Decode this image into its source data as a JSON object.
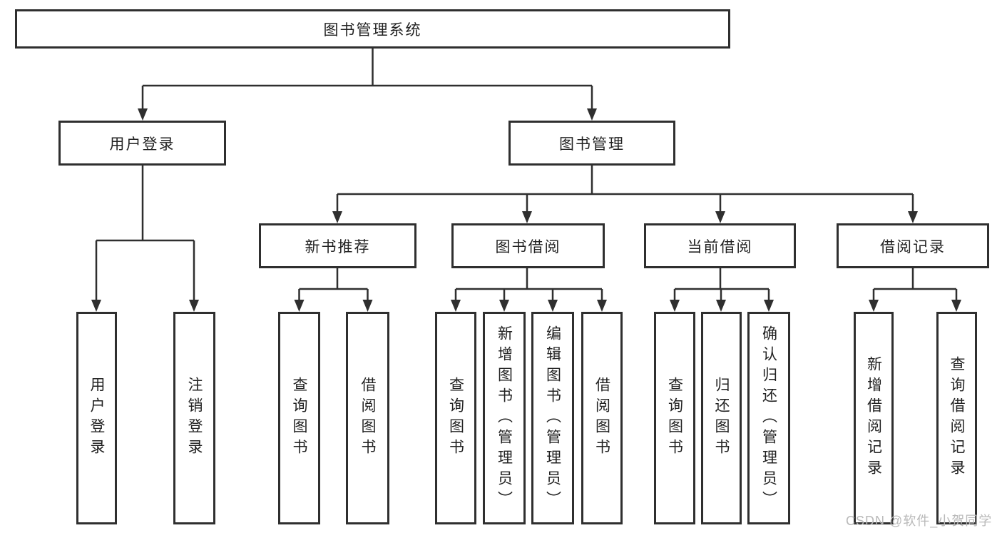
{
  "diagram": {
    "root": "图书管理系统",
    "level2": [
      "用户登录",
      "图书管理"
    ],
    "level3": [
      "新书推荐",
      "图书借阅",
      "当前借阅",
      "借阅记录"
    ],
    "leaves": {
      "user_login": [
        "用户登录",
        "注销登录"
      ],
      "new_book": [
        "查询图书",
        "借阅图书"
      ],
      "book_borrow": [
        "查询图书",
        "新增图书（管理员）",
        "编辑图书（管理员）",
        "借阅图书"
      ],
      "current_borrow": [
        "查询图书",
        "归还图书",
        "确认归还（管理员）"
      ],
      "borrow_records": [
        "新增借阅记录",
        "查询借阅记录"
      ]
    }
  },
  "watermark": "CSDN @软件_小贺同学",
  "colors": {
    "line": "#2f2f2f",
    "text": "#222222",
    "watermark": "#b9b9b9",
    "background": "#ffffff"
  }
}
